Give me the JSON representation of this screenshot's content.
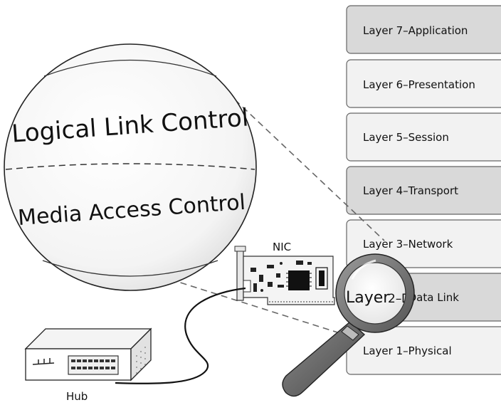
{
  "diagram": {
    "layers": [
      {
        "label": "Layer 7–Application",
        "color": "#d9d9d9"
      },
      {
        "label": "Layer 6–Presentation",
        "color": "#f2f2f2"
      },
      {
        "label": "Layer 5–Session",
        "color": "#f2f2f2"
      },
      {
        "label": "Layer 4–Transport",
        "color": "#d9d9d9"
      },
      {
        "label": "Layer 3–Network",
        "color": "#f2f2f2"
      },
      {
        "label": "Layer 2–Data Link",
        "color": "#d9d9d9"
      },
      {
        "label": "Layer 1–Physical",
        "color": "#f2f2f2"
      }
    ],
    "sphere": {
      "top_label": "Logical Link Control",
      "bottom_label": "Media Access Control"
    },
    "nic_label": "NIC",
    "hub_label": "Hub",
    "magnifier_label": "Layer 2–Data Link",
    "magnifier_prefix": "Layer",
    "magnifier_number": "2–",
    "magnifier_suffix": "D"
  }
}
